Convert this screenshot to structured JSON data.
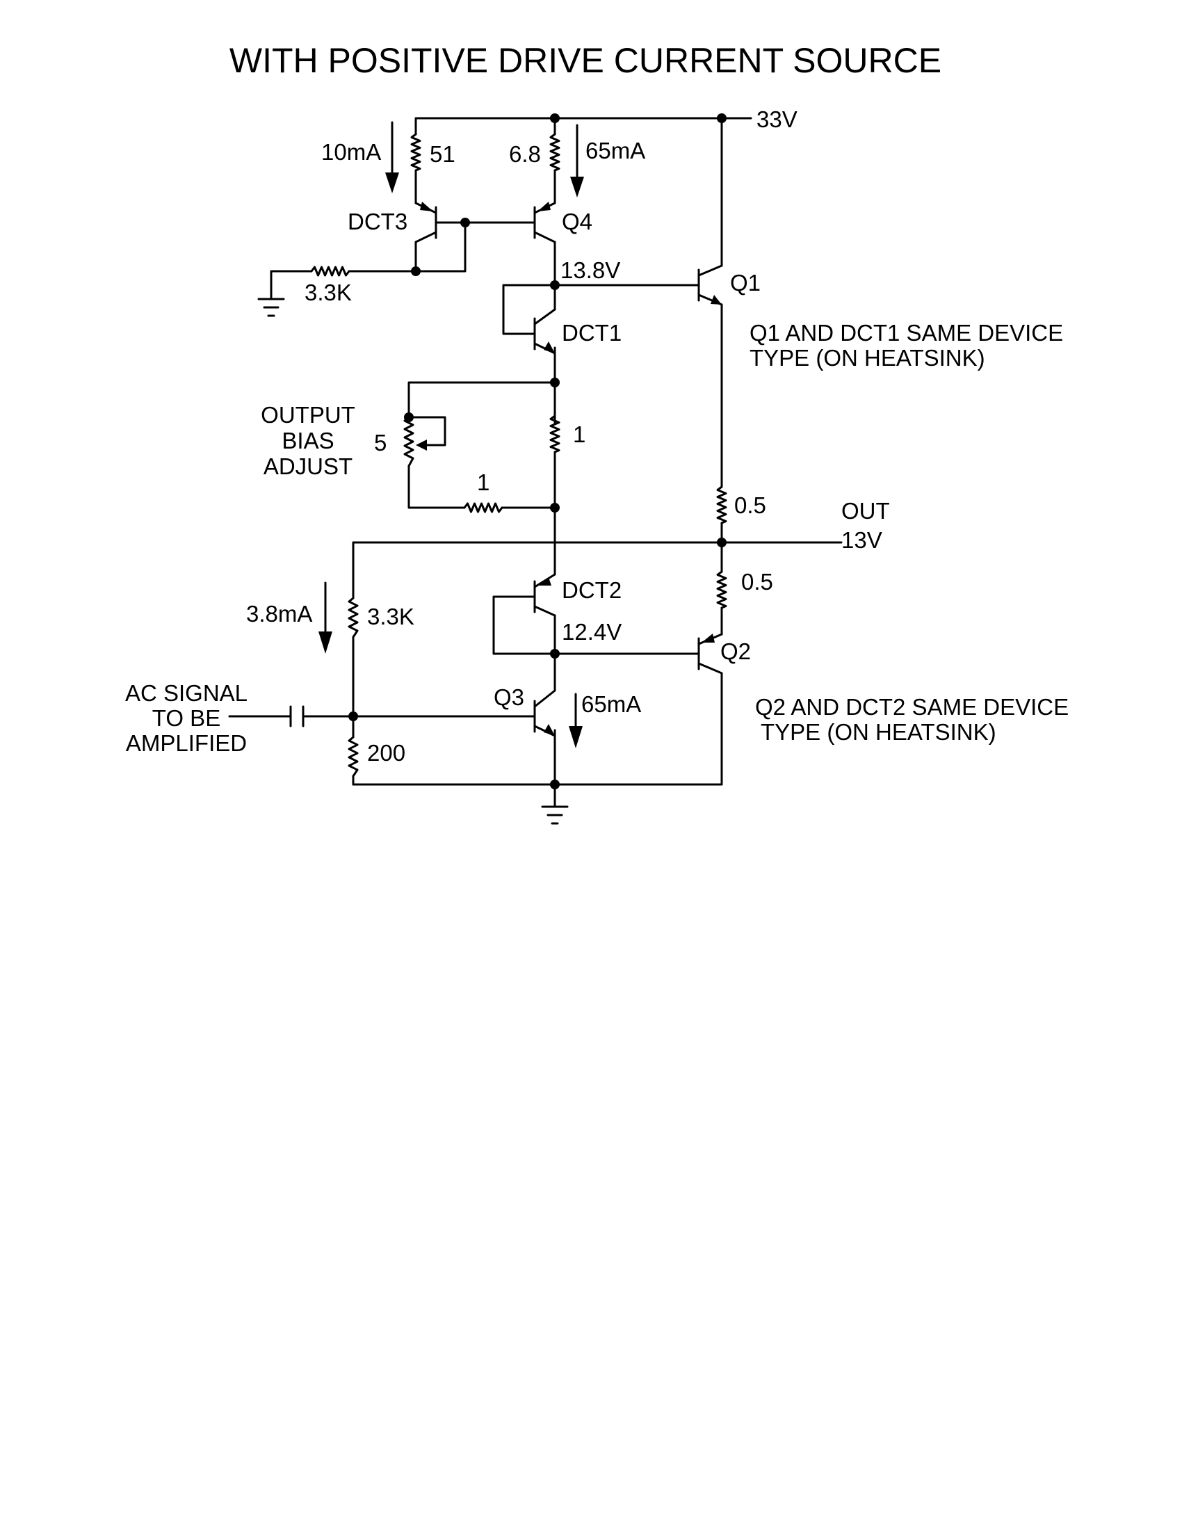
{
  "title": "WITH POSITIVE DRIVE CURRENT SOURCE",
  "supply": "33V",
  "output": {
    "label": "OUT",
    "voltage": "13V"
  },
  "input": {
    "line1": "AC SIGNAL",
    "line2": "TO BE",
    "line3": "AMPLIFIED"
  },
  "bias": {
    "line1": "OUTPUT",
    "line2": "BIAS",
    "line3": "ADJUST"
  },
  "transistors": {
    "q1": "Q1",
    "q2": "Q2",
    "q3": "Q3",
    "q4": "Q4",
    "dct1": "DCT1",
    "dct2": "DCT2",
    "dct3": "DCT3"
  },
  "resistors": {
    "r_dct3_emitter": "51",
    "r_q4_emitter": "6.8",
    "r_dct3_base": "3.3K",
    "r_bias_series": "1",
    "pot_bias": "5",
    "r_bias_parallel": "1",
    "r_q1_emitter": "0.5",
    "r_q2_emitter": "0.5",
    "r_upper_divider": "3.3K",
    "r_lower_divider": "200"
  },
  "currents": {
    "dct3": "10mA",
    "q4": "65mA",
    "divider": "3.8mA",
    "q3": "65mA"
  },
  "node_voltages": {
    "upper": "13.8V",
    "lower": "12.4V"
  },
  "notes": {
    "q1_line1": "Q1 AND DCT1 SAME DEVICE",
    "q1_line2": "TYPE (ON HEATSINK)",
    "q2_line1": "Q2 AND DCT2 SAME DEVICE",
    "q2_line2": "TYPE (ON HEATSINK)"
  }
}
